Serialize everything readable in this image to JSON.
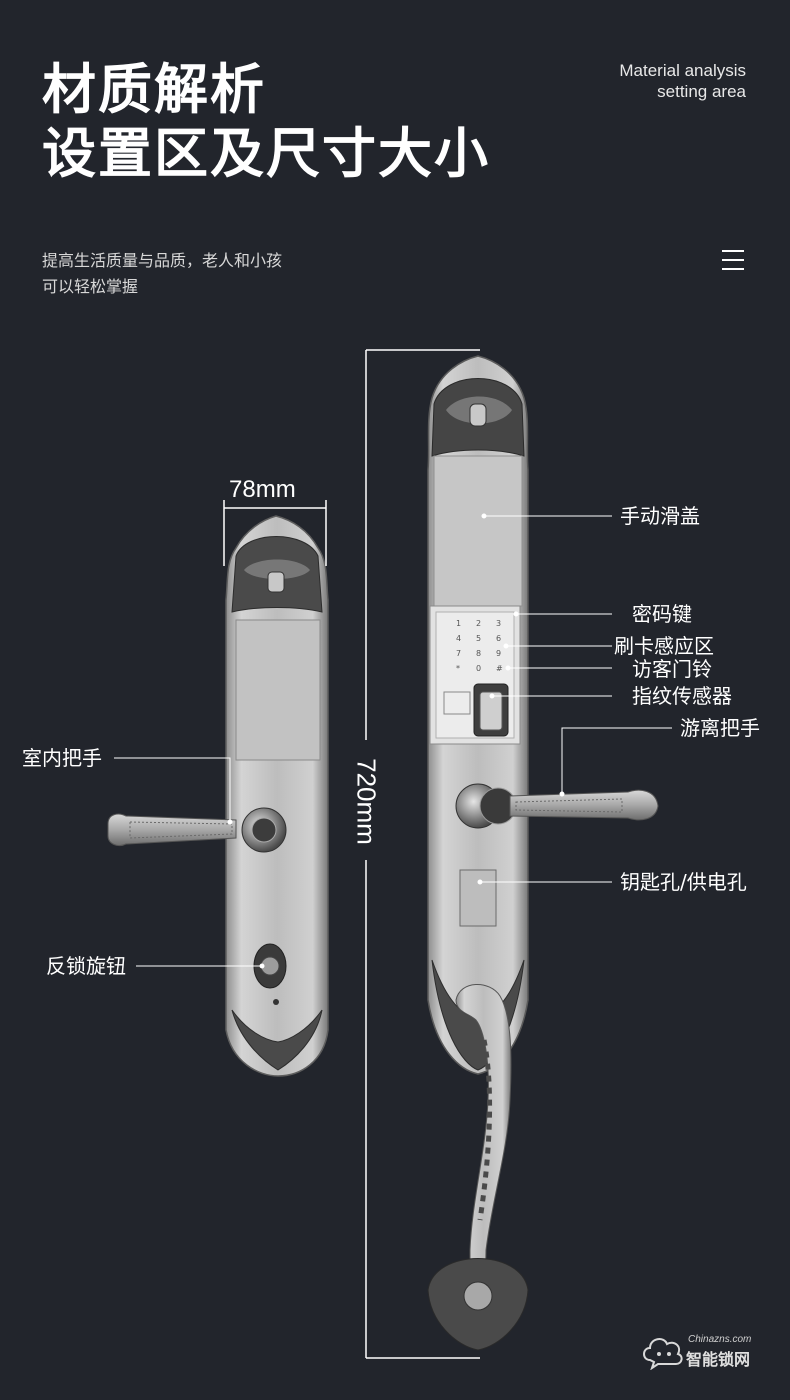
{
  "header": {
    "title_line1": "材质解析",
    "title_line2": "设置区及尺寸大小",
    "english_line1": "Material analysis",
    "english_line2": "setting area",
    "subtitle_line1": "提高生活质量与品质，老人和小孩",
    "subtitle_line2": "可以轻松掌握"
  },
  "dimensions": {
    "width": "78mm",
    "height": "720mm"
  },
  "labels": {
    "manual_slide_cover": "手动滑盖",
    "password_keys": "密码键",
    "card_sensing_area": "刷卡感应区",
    "visitor_doorbell": "访客门铃",
    "fingerprint_sensor": "指纹传感器",
    "free_handle": "游离把手",
    "key_hole": "钥匙孔/供电孔",
    "indoor_handle": "室内把手",
    "anti_lock_knob": "反锁旋钮"
  },
  "keypad": [
    "1",
    "2",
    "3",
    "4",
    "5",
    "6",
    "7",
    "8",
    "9",
    "*",
    "0",
    "#"
  ],
  "watermark": {
    "site": "Chinazns.com",
    "brand": "智能锁网"
  },
  "colors": {
    "background": "#22252c",
    "metal_light": "#c9c9c9",
    "metal_dark": "#5a5a5a",
    "text": "#ffffff"
  }
}
